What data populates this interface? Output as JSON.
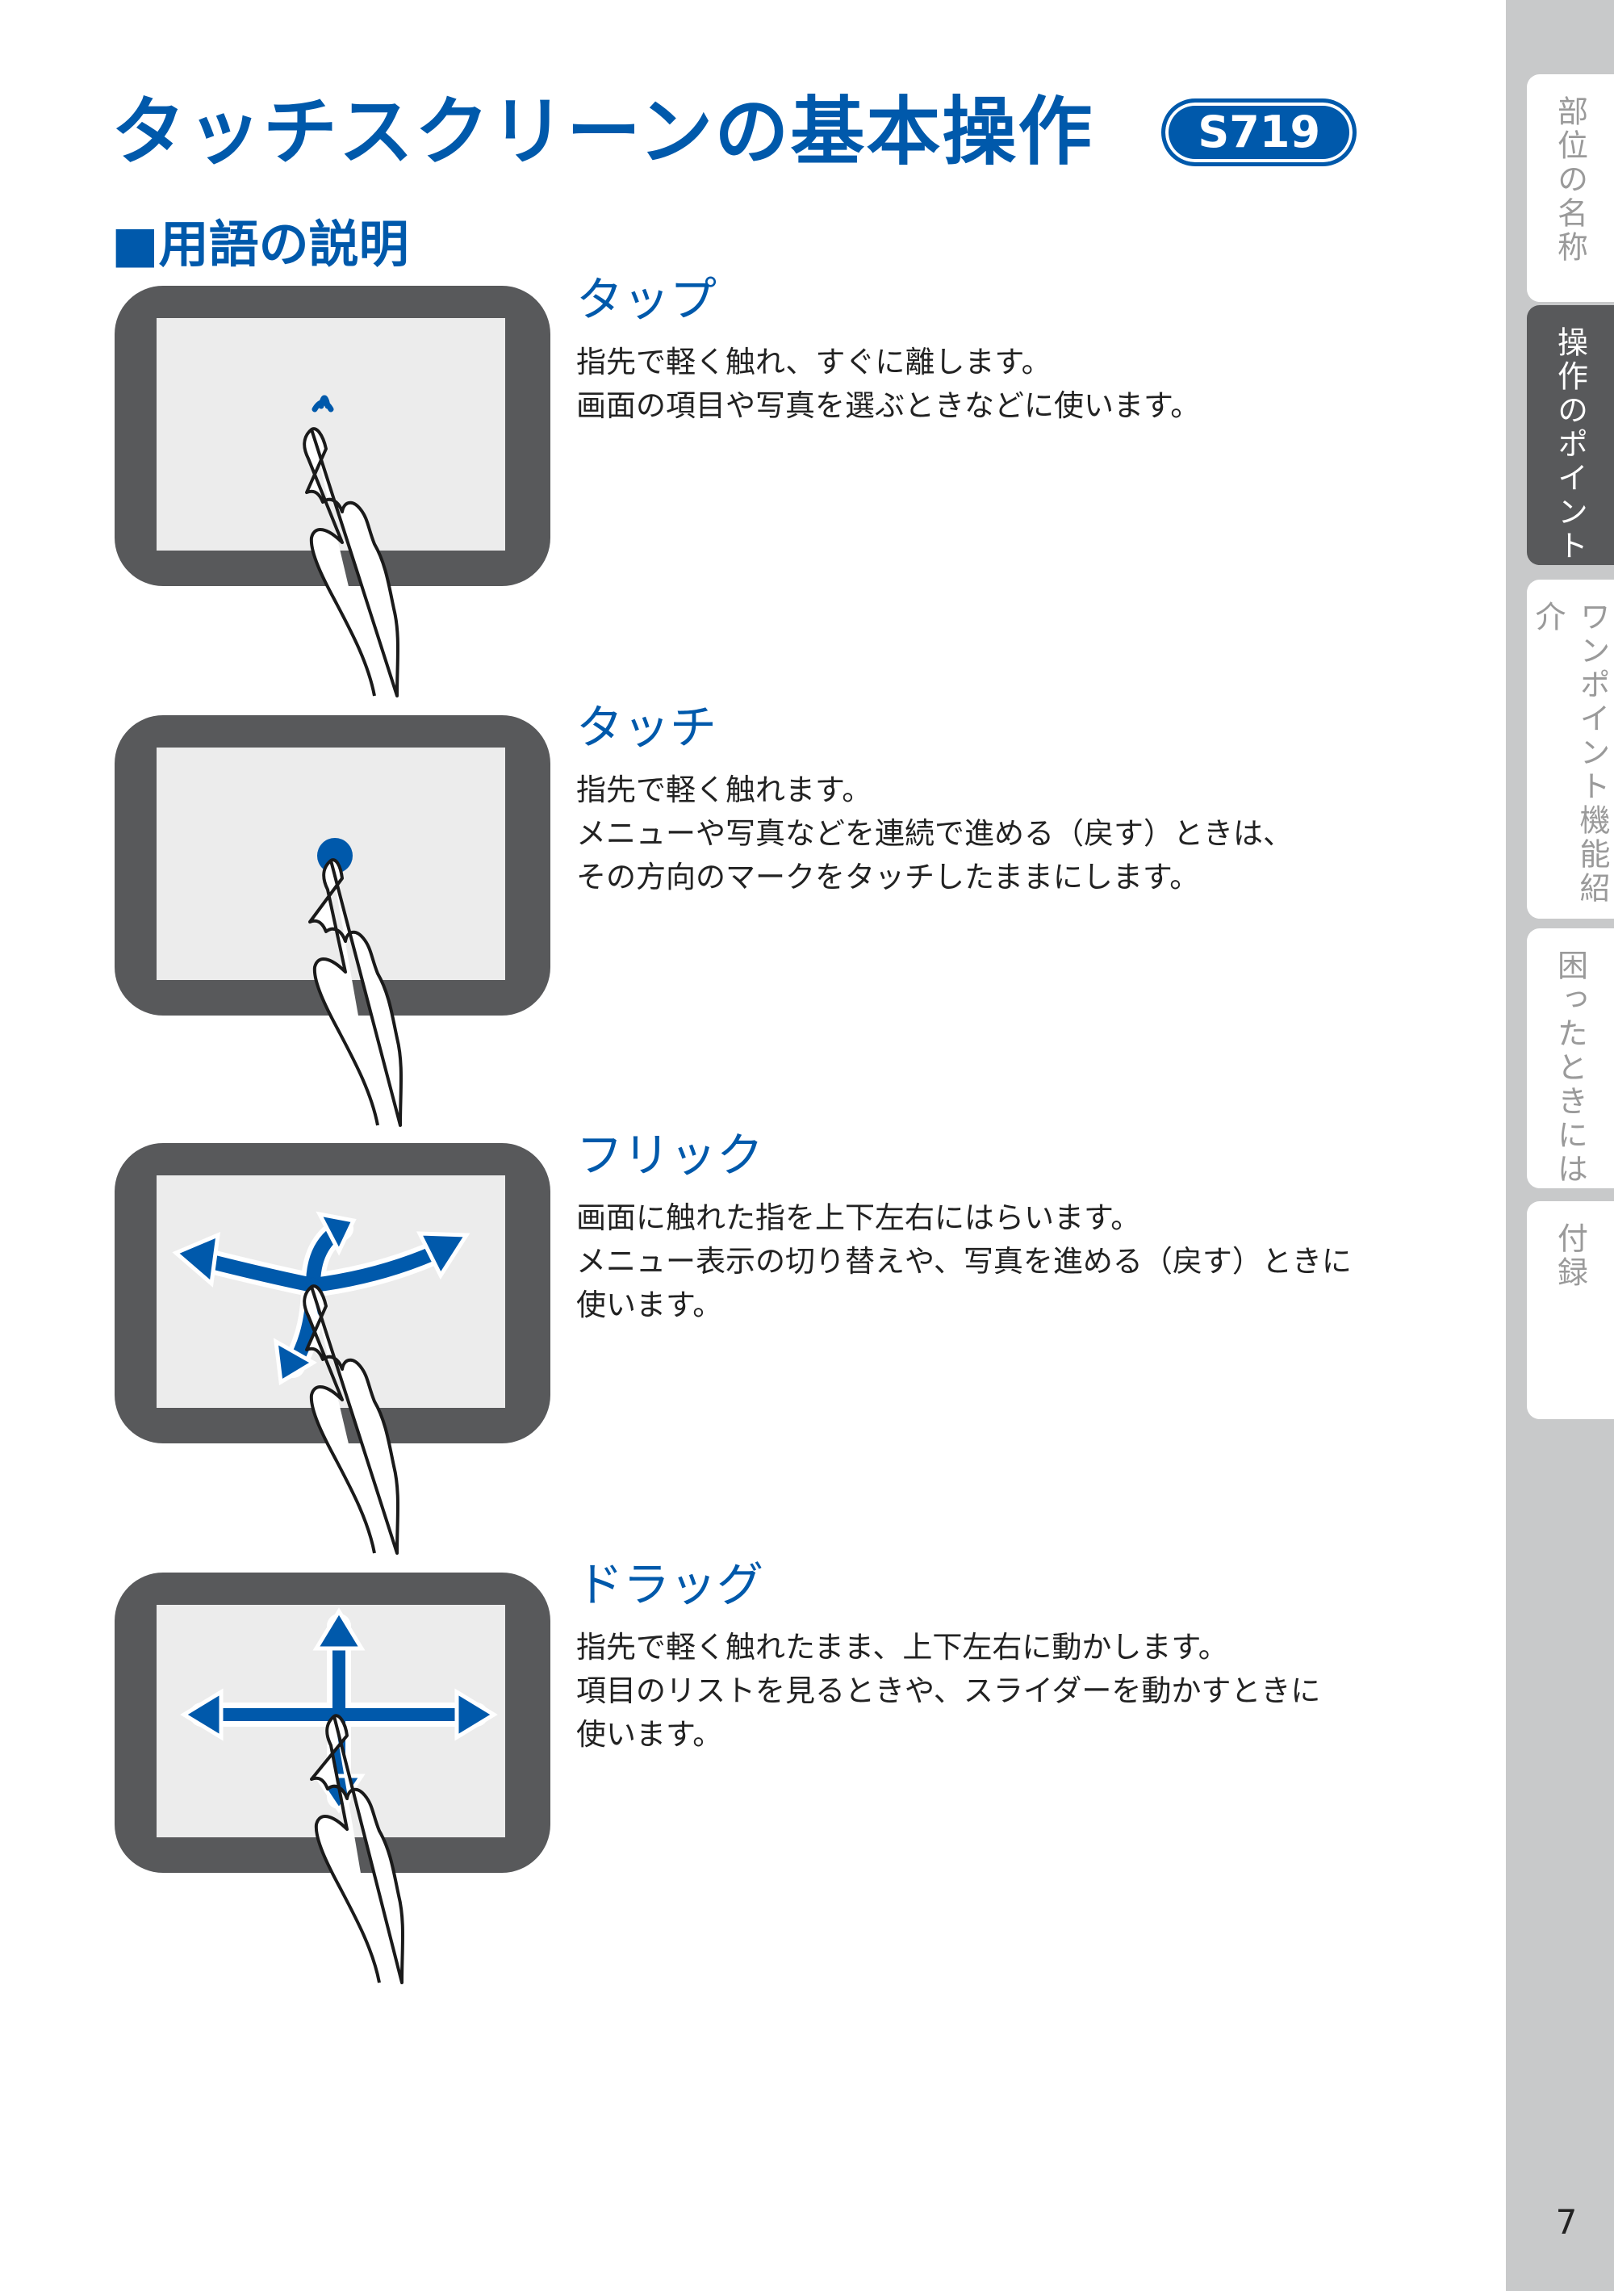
{
  "header": {
    "title": "タッチスクリーンの基本操作",
    "badge": "S719"
  },
  "subtitle": "■用語の説明",
  "sections": [
    {
      "title": "タップ",
      "lines": [
        "指先で軽く触れ、すぐに離します。",
        "画面の項目や写真を選ぶときなどに使います。"
      ]
    },
    {
      "title": "タッチ",
      "lines": [
        "指先で軽く触れます。",
        "メニューや写真などを連続で進める（戻す）ときは、",
        "その方向のマークをタッチしたままにします。"
      ]
    },
    {
      "title": "フリック",
      "lines": [
        "画面に触れた指を上下左右にはらいます。",
        "メニュー表示の切り替えや、写真を進める（戻す）ときに",
        "使います。"
      ]
    },
    {
      "title": "ドラッグ",
      "lines": [
        "指先で軽く触れたまま、上下左右に動かします。",
        "項目のリストを見るときや、スライダーを動かすときに",
        "使います。"
      ]
    }
  ],
  "side_tabs": [
    {
      "label": "部位の名称",
      "active": false
    },
    {
      "label": "操作のポイント",
      "active": true
    },
    {
      "label": "ワンポイント機能紹介",
      "active": false
    },
    {
      "label": "困ったときには",
      "active": false
    },
    {
      "label": "付録",
      "active": false
    }
  ],
  "page_number": "7",
  "colors": {
    "brand_blue": "#0059ab",
    "device_gray": "#58595b",
    "screen_gray": "#ececec",
    "rail_gray": "#c8c9ca"
  }
}
